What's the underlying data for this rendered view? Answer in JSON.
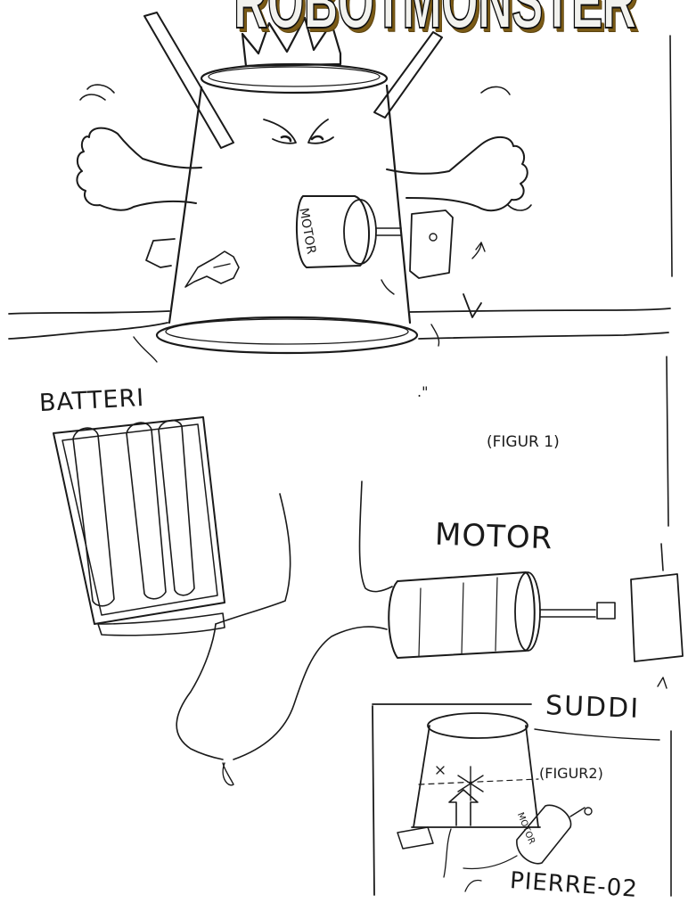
{
  "title": "ROBOTMONSTER",
  "labels": {
    "batteri": "BATTERI",
    "figur1": "(FIGUR 1)",
    "motor": "MOTOR",
    "motor_body": "MOTOR",
    "suddi": "SUDDI",
    "figur2": "(FIGUR2)",
    "motor_small": "MOTOR",
    "quote": ".\"",
    "signature": "PIERRE-02"
  },
  "colors": {
    "ink": "#1a1a1a",
    "paper": "#ffffff",
    "title_fill": "#f2f2ee",
    "title_shadow": "#7a5a16"
  }
}
